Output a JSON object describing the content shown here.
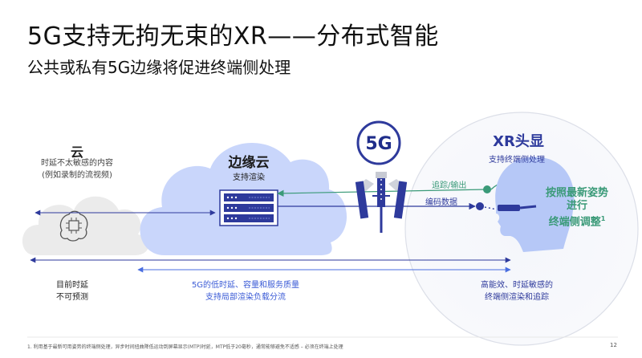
{
  "slide": {
    "title": "5G支持无拘无束的XR——分布式智能",
    "subtitle": "公共或私有5G边缘将促进终端侧处理",
    "page_number": "12",
    "footnote": "1. 利用基于最新可用姿势的终端侧处理，异步时间扭曲降低运动到屏幕显示(MTP)时延，MTP低于20毫秒，通常能够避免不适感 – 必须在终端上处理"
  },
  "cloud": {
    "title": "云",
    "desc_line1": "时延不太敏感的内容",
    "desc_line2": "(例如录制的流视频)"
  },
  "edge_cloud": {
    "title": "边缘云",
    "subtitle": "支持渲染"
  },
  "tower": {
    "badge": "5G"
  },
  "xr": {
    "title": "XR头显",
    "subtitle": "支持终端侧处理",
    "link_tracking": "追踪/输出",
    "link_encoded": "编码数据",
    "adjust_line1": "按照最新姿势",
    "adjust_line2": "进行",
    "adjust_line3": "终端侧调整",
    "adjust_sup": "1"
  },
  "bottom": {
    "left_line1": "目前时延",
    "left_line2": "不可预测",
    "mid_line1": "5G的低时延、容量和服务质量",
    "mid_line2": "支持局部渲染负载分流",
    "right_line1": "高能效、时延敏感的",
    "right_line2": "终端侧渲染和追踪"
  },
  "colors": {
    "navy": "#2e3a9c",
    "green": "#3a9a78",
    "light_blue": "#c9d6fb",
    "gray_cloud": "#ebebeb"
  },
  "icons": {
    "brain": "brain-chip-icon",
    "server": "server-icon",
    "antenna": "antenna-tower-icon",
    "head": "head-with-glasses-icon"
  }
}
